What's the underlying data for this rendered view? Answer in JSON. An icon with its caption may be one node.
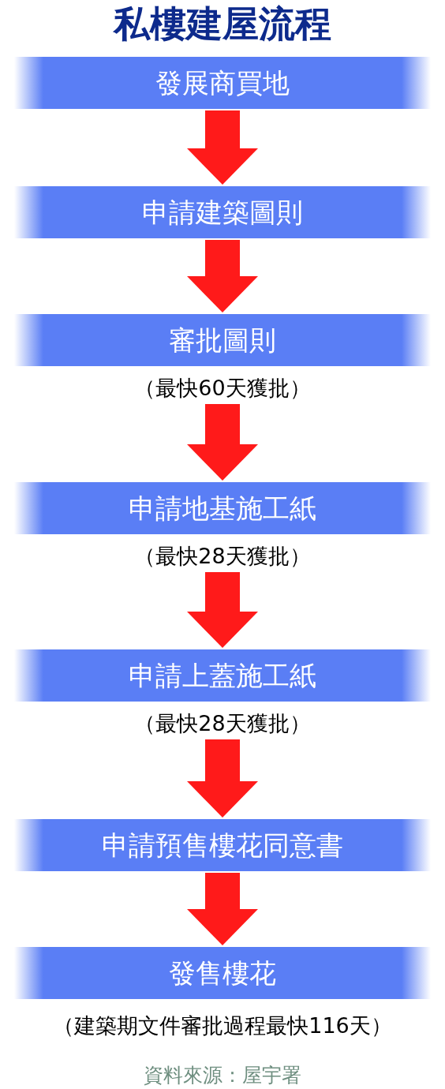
{
  "diagram": {
    "title": "私樓建屋流程",
    "nodes": [
      {
        "text": [
          "發展商買地"
        ]
      },
      {
        "text": [
          "申請建築圖則"
        ]
      },
      {
        "text": [
          "審批圖則"
        ],
        "beside": [
          "（最快60天獲批）"
        ]
      },
      {
        "text": [
          "申請地基施工紙"
        ],
        "beside": [
          "（最快28天獲批）"
        ]
      },
      {
        "text": [
          "申請上蓋施工紙"
        ],
        "beside": [
          "（最快28天獲批）"
        ]
      },
      {
        "text": [
          "申請預售樓花同意書"
        ]
      },
      {
        "text": [
          "發售樓花"
        ]
      }
    ],
    "edges": [
      {
        "from": 0,
        "to": 1,
        "arrow": "to"
      },
      {
        "from": 1,
        "to": 2,
        "arrow": "to"
      },
      {
        "from": 2,
        "to": 3,
        "arrow": "to"
      },
      {
        "from": 3,
        "to": 4,
        "arrow": "to"
      },
      {
        "from": 4,
        "to": 5,
        "arrow": "to"
      },
      {
        "from": 5,
        "to": 6,
        "arrow": "to"
      }
    ],
    "labels": [
      "（建築期文件審批過程最快116天）",
      "資料來源：屋宇署"
    ]
  }
}
